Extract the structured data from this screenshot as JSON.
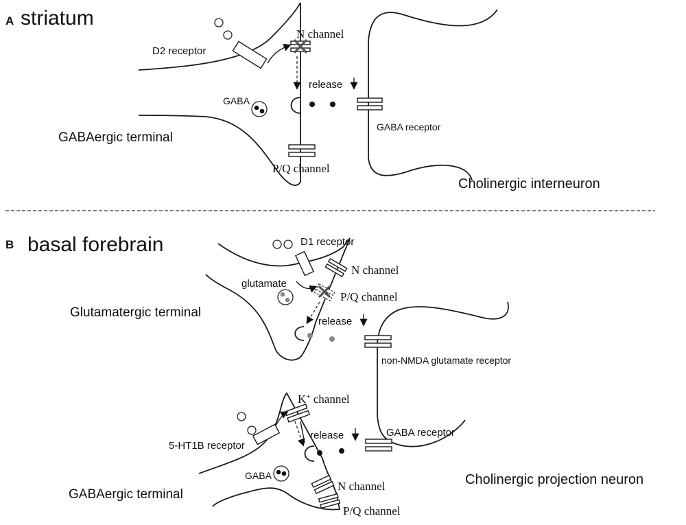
{
  "panel_a": {
    "letter": "A",
    "title": "striatum",
    "labels": {
      "d2_receptor": "D2 receptor",
      "n_channel": "N channel",
      "release": "release",
      "release_arrow": "↓",
      "gaba": "GABA",
      "gaba_receptor": "GABA receptor",
      "gabaergic_terminal": "GABAergic terminal",
      "pq_channel": "P/Q channel",
      "cholinergic_interneuron": "Cholinergic interneuron"
    }
  },
  "panel_b": {
    "letter": "B",
    "title": "basal forebrain",
    "labels": {
      "d1_receptor": "D1 receptor",
      "n_channel_top": "N channel",
      "glutamate": "glutamate",
      "pq_channel_top": "P/Q channel",
      "glutamatergic_terminal": "Glutamatergic terminal",
      "release_top": "release",
      "release_arrow_top": "↓",
      "nmda_receptor": "non-NMDA glutamate receptor",
      "k_channel": "K",
      "k_channel_sup": "+",
      "k_channel_suffix": " channel",
      "release_bottom": "release",
      "release_arrow_bottom": "↓",
      "gaba_receptor": "GABA receptor",
      "ht1b_receptor": "5-HT1B receptor",
      "gaba": "GABA",
      "n_channel_bottom": "N channel",
      "gabaergic_terminal": "GABAergic terminal",
      "pq_channel_bottom": "P/Q channel",
      "cholinergic_projection_neuron": "Cholinergic projection neuron"
    }
  },
  "divider_style": "dashed",
  "colors": {
    "line": "#1a1a1a",
    "cross_mark": "#555555",
    "glutamate_dot": "#888888",
    "gaba_dot": "#111111"
  }
}
